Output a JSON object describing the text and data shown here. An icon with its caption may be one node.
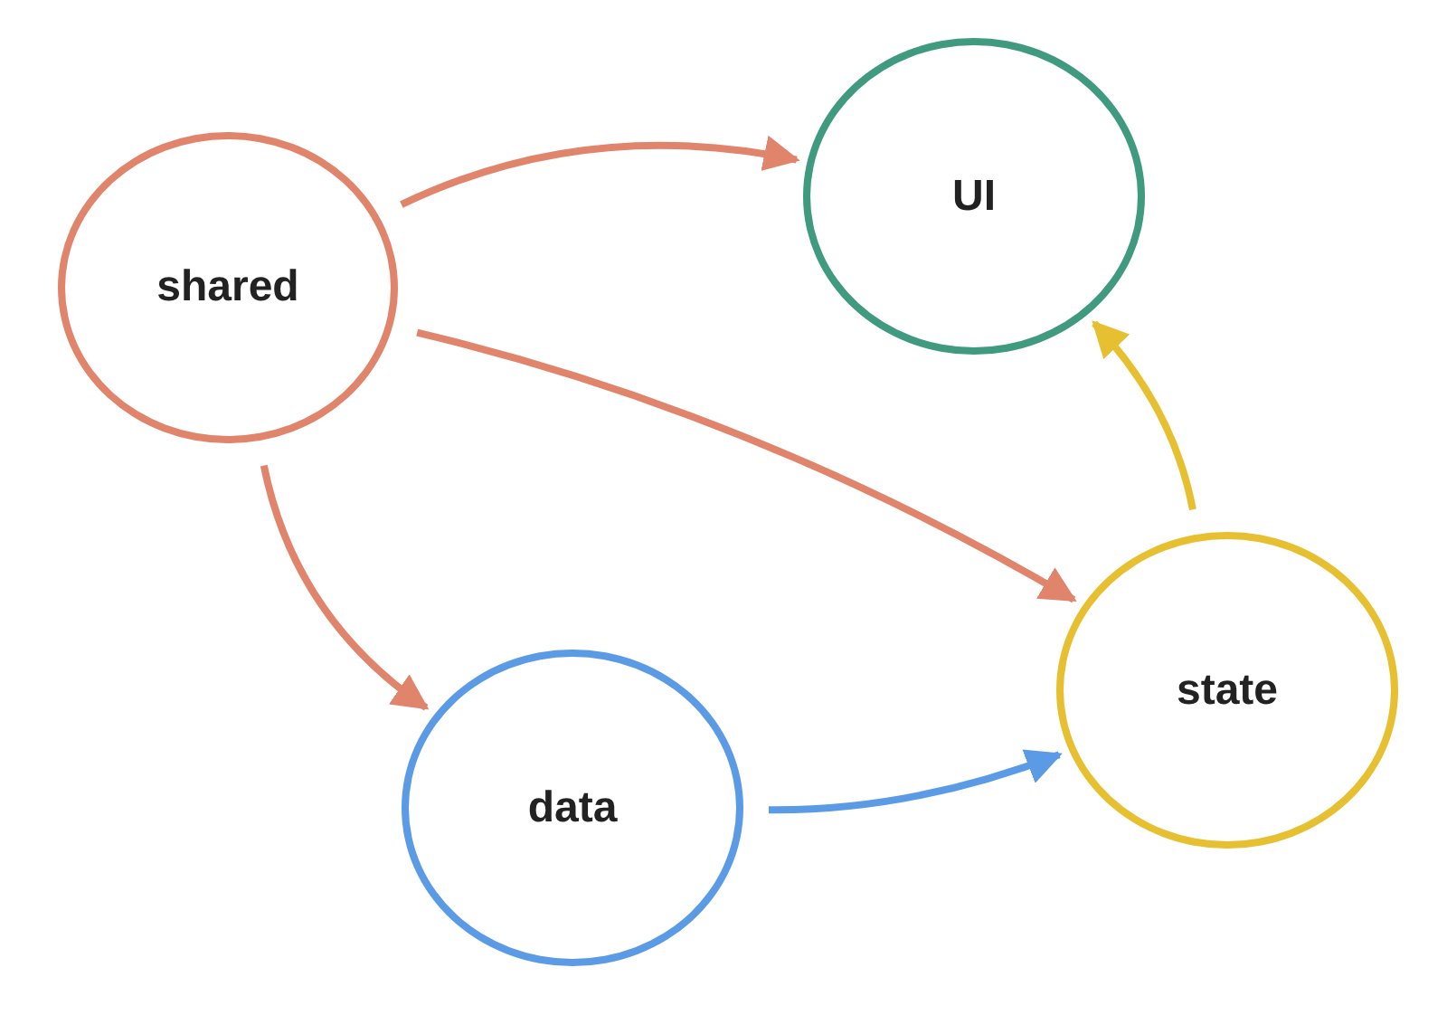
{
  "diagram": {
    "nodes": [
      {
        "text": [
          "shared"
        ]
      },
      {
        "text": [
          "UI"
        ]
      },
      {
        "text": [
          "state"
        ]
      },
      {
        "text": [
          "data"
        ]
      }
    ],
    "edges": [
      {
        "from": 0,
        "to": 1,
        "arrow": "to"
      },
      {
        "from": 0,
        "to": 2,
        "arrow": "to"
      },
      {
        "from": 0,
        "to": 3,
        "arrow": "to"
      },
      {
        "from": 3,
        "to": 2,
        "arrow": "to",
        "color": "#5b9be6"
      },
      {
        "from": 2,
        "to": 1,
        "arrow": "to",
        "color": "#e6c030"
      }
    ]
  }
}
